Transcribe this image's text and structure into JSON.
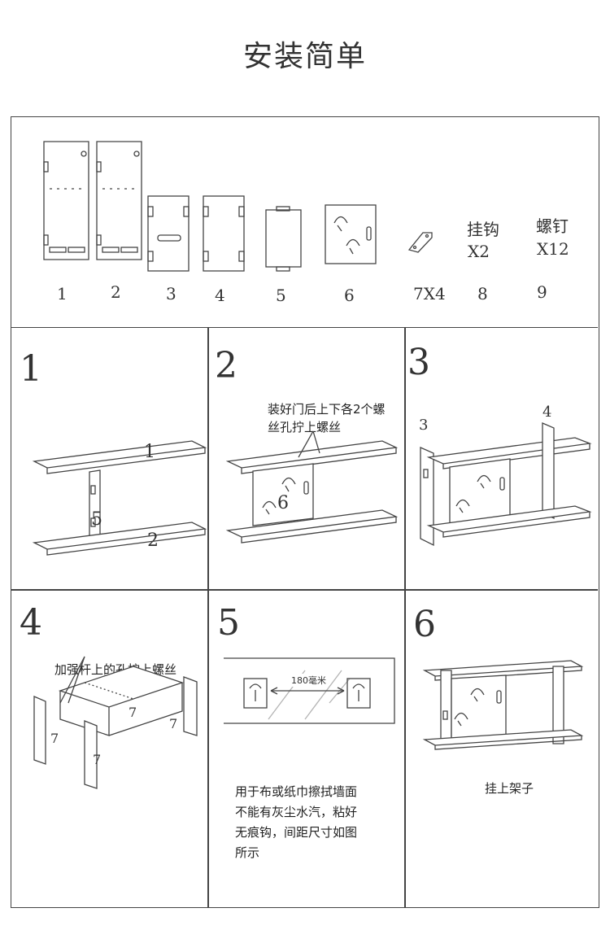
{
  "title": "安装简单",
  "parts": {
    "labels": [
      "1",
      "2",
      "3",
      "4",
      "5",
      "6",
      "7X4",
      "8",
      "9"
    ],
    "hook": {
      "name": "挂钩",
      "qty": "X2"
    },
    "screw": {
      "name": "螺钉",
      "qty": "X12"
    }
  },
  "steps": [
    {
      "num": "1",
      "callouts": [
        "1",
        "5",
        "2"
      ]
    },
    {
      "num": "2",
      "note": "装好门后上下各2个螺丝孔拧上螺丝",
      "note_lines": [
        "装好门后上下各2个螺",
        "丝孔拧上螺丝"
      ],
      "callouts": [
        "6"
      ]
    },
    {
      "num": "3",
      "callouts": [
        "3",
        "4"
      ]
    },
    {
      "num": "4",
      "note": "加强杆上的孔拧上螺丝",
      "callouts": [
        "7",
        "7",
        "7",
        "7"
      ]
    },
    {
      "num": "5",
      "measure": "180毫米",
      "note_lines": [
        "用于布或纸巾擦拭墙面",
        "不能有灰尘水汽，粘好",
        "无痕钩，间距尺寸如图",
        "所示"
      ]
    },
    {
      "num": "6",
      "note": "挂上架子"
    }
  ]
}
